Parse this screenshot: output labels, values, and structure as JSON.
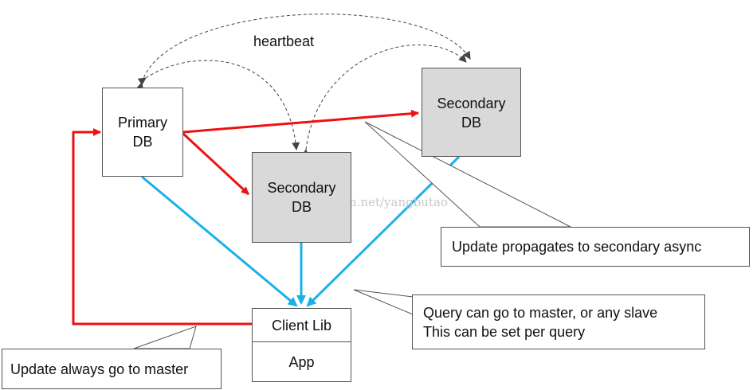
{
  "heartbeat_label": "heartbeat",
  "nodes": {
    "primary": {
      "line1": "Primary",
      "line2": "DB"
    },
    "secondary_mid": {
      "line1": "Secondary",
      "line2": "DB"
    },
    "secondary_right": {
      "line1": "Secondary",
      "line2": "DB"
    },
    "client_lib": "Client Lib",
    "app": "App"
  },
  "callouts": {
    "async": "Update propagates to secondary async",
    "query_line1": "Query can go to master, or any slave",
    "query_line2": "This can be set per query",
    "master": "Update always go to master"
  },
  "watermark": "http://blog.csdn.net/yangbutao",
  "colors": {
    "replication": "#ee1111",
    "read": "#1ab0ea",
    "heartbeat": "#444444",
    "secondary_fill": "#d9d9d9"
  }
}
